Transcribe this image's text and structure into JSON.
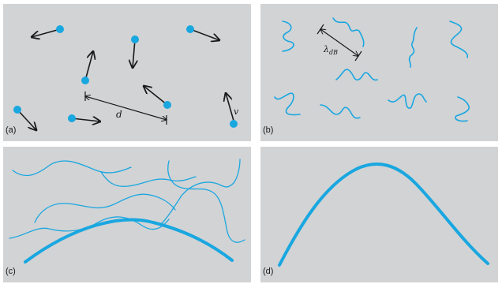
{
  "panels": {
    "a": {
      "label": "(a)",
      "distance_label": "d",
      "velocity_label": "v"
    },
    "b": {
      "label": "(b)",
      "wavelength_symbol": "λ",
      "wavelength_subscript": "dB"
    },
    "c": {
      "label": "(c)"
    },
    "d": {
      "label": "(d)"
    }
  },
  "colors": {
    "panel_background": "#d2d3d5",
    "particle": "#19a7e0",
    "arrow": "#1a1a1a"
  }
}
